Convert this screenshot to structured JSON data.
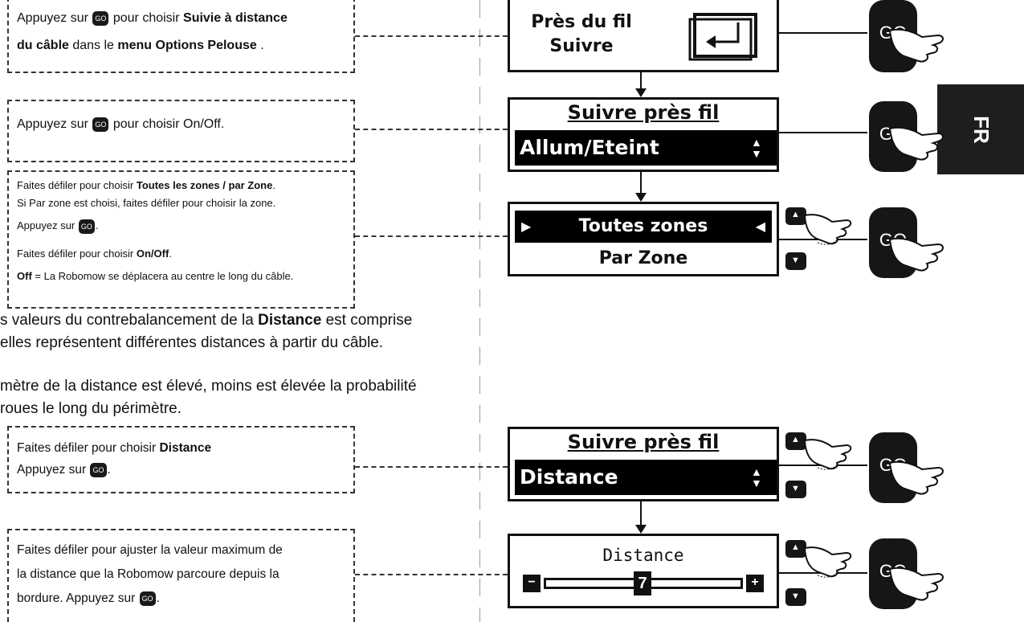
{
  "language_tab": "FR",
  "steps": [
    {
      "parts_a": "Appuyez sur",
      "go": "GO",
      "parts_b": "pour choisir",
      "bold1": "Suivie à distance",
      "bold2": "du câble",
      "parts_c": "dans le",
      "bold3": "menu Options Pelouse",
      "parts_d": "."
    },
    {
      "text_a": "Appuyez sur",
      "go": "GO",
      "text_b": "pour choisir On/Off."
    },
    {
      "l1a": "Faites défiler pour choisir ",
      "l1b": "Toutes les zones / par Zone",
      "l1c": ".",
      "l2": "Si Par zone est choisi, faites défiler pour choisir la zone.",
      "l3a": "Appuyez sur",
      "go": "GO",
      "l3b": ".",
      "l4a": "Faites défiler pour choisir ",
      "l4b": "On/Off",
      "l4c": ".",
      "l5a": "Off",
      "l5b": " = La Robomow se déplacera au centre le long du câble."
    }
  ],
  "paragraph": {
    "l1a": "s valeurs du contrebalancement de la ",
    "l1b": "Distance",
    "l1c": " est comprise",
    "l2": " elles représentent différentes distances à partir du câble.",
    "l3": "mètre de la distance est élevé, moins est élevée la probabilité",
    "l4": "roues le long du périmètre."
  },
  "steps2": [
    {
      "l1a": "Faites défiler pour choisir ",
      "l1b": "Distance",
      "l2a": "Appuyez sur",
      "go": "GO",
      "l2b": "."
    },
    {
      "l1": "Faites défiler pour ajuster la valeur maximum de",
      "l2": "la distance que la Robomow parcoure depuis la",
      "l3a": "bordure. Appuyez sur",
      "go": "GO",
      "l3b": "."
    }
  ],
  "screens": {
    "s1_line1": "Près du fil",
    "s1_line2": "Suivre",
    "s2_title": "Suivre près fil",
    "s2_value": "Allum/Eteint",
    "s3_opt1": "Toutes zones",
    "s3_opt2": "Par Zone",
    "s4_title": "Suivre près fil",
    "s4_value": "Distance",
    "s5_title": "Distance",
    "s5_value": "7"
  },
  "go_label": "GO"
}
